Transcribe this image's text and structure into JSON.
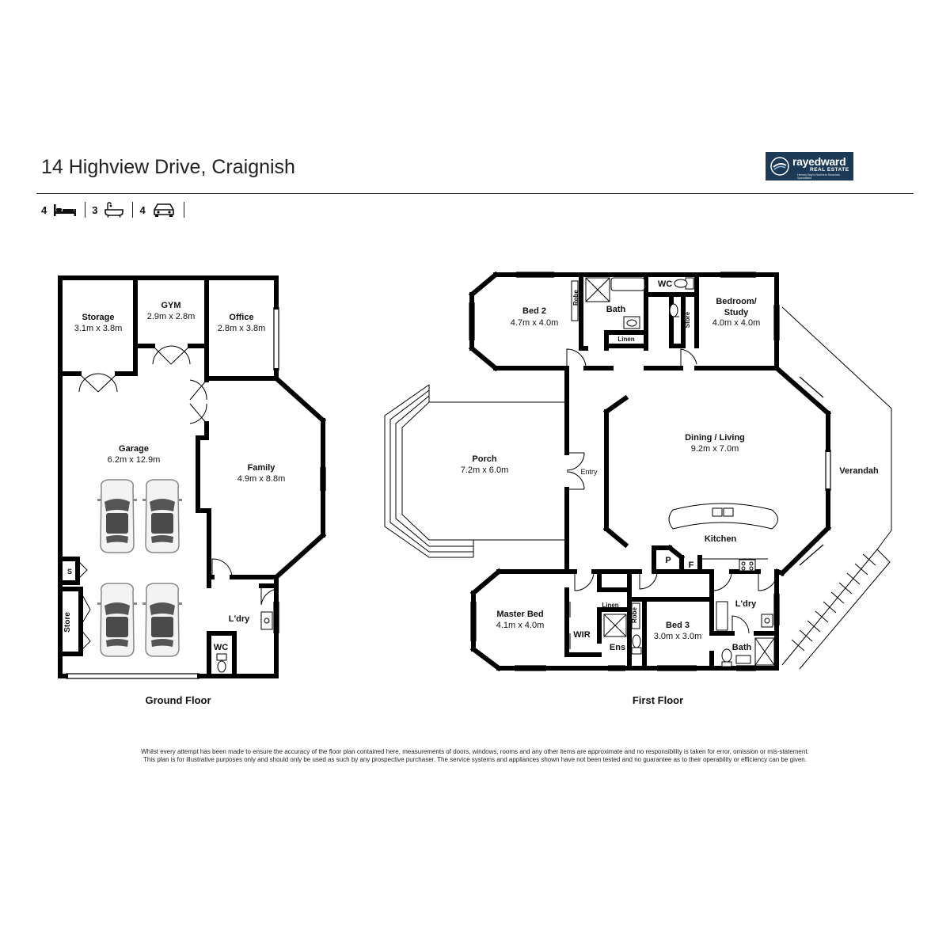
{
  "header": {
    "title": "14 Highview Drive, Craignish",
    "stats": [
      {
        "count": "4",
        "icon": "bed-icon"
      },
      {
        "count": "3",
        "icon": "bath-icon"
      },
      {
        "count": "4",
        "icon": "car-icon"
      }
    ]
  },
  "logo": {
    "brand": "rayedward",
    "subtitle": "REAL ESTATE",
    "tagline": "Hervey Bay's Northern Beaches Specialists"
  },
  "floors": {
    "ground": {
      "label": "Ground Floor"
    },
    "first": {
      "label": "First Floor"
    }
  },
  "rooms": {
    "storage": {
      "name": "Storage",
      "size": "3.1m x 3.8m"
    },
    "gym": {
      "name": "GYM",
      "size": "2.9m x 2.8m"
    },
    "office": {
      "name": "Office",
      "size": "2.8m x 3.8m"
    },
    "garage": {
      "name": "Garage",
      "size": "6.2m x 12.9m"
    },
    "family": {
      "name": "Family",
      "size": "4.9m x 8.8m"
    },
    "s": {
      "name": "S"
    },
    "store_ground": {
      "name": "Store"
    },
    "laundry_ground": {
      "name": "L'dry"
    },
    "wc_ground": {
      "name": "WC"
    },
    "bed2": {
      "name": "Bed 2",
      "size": "4.7m x 4.0m"
    },
    "robe_bed2": {
      "name": "Robe"
    },
    "bath_upper": {
      "name": "Bath"
    },
    "wc_upper": {
      "name": "WC"
    },
    "linen_upper": {
      "name": "Linen"
    },
    "store_upper": {
      "name": "Store"
    },
    "bedroom_study": {
      "name_line1": "Bedroom/",
      "name_line2": "Study",
      "size": "4.0m x 4.0m"
    },
    "porch": {
      "name": "Porch",
      "size": "7.2m x 6.0m"
    },
    "entry": {
      "name": "Entry"
    },
    "dining_living": {
      "name": "Dining / Living",
      "size": "9.2m x 7.0m"
    },
    "verandah": {
      "name": "Verandah"
    },
    "kitchen": {
      "name": "Kitchen"
    },
    "pantry": {
      "name": "P"
    },
    "fridge": {
      "name": "F"
    },
    "master_bed": {
      "name": "Master Bed",
      "size": "4.1m x 4.0m"
    },
    "wir": {
      "name": "WIR"
    },
    "linen_lower": {
      "name": "Linen"
    },
    "robe_bed3": {
      "name": "Robe"
    },
    "ens": {
      "name": "Ens"
    },
    "bed3": {
      "name": "Bed 3",
      "size": "3.0m x 3.0m"
    },
    "laundry_upper": {
      "name": "L'dry"
    },
    "bath_lower": {
      "name": "Bath"
    }
  },
  "disclaimer": {
    "line1": "Whilst every attempt has been made to ensure the accuracy of the floor plan contained here, measurements of doors, windows, rooms and any other items are approximate and no responsibility is taken for error, omission  or mis-statement.",
    "line2": "This plan is for illustrative purposes only and should only be used as such by any prospective purchaser. The service systems and appliances shown have not been tested and no guarantee as to their operability or efficiency can be given."
  }
}
